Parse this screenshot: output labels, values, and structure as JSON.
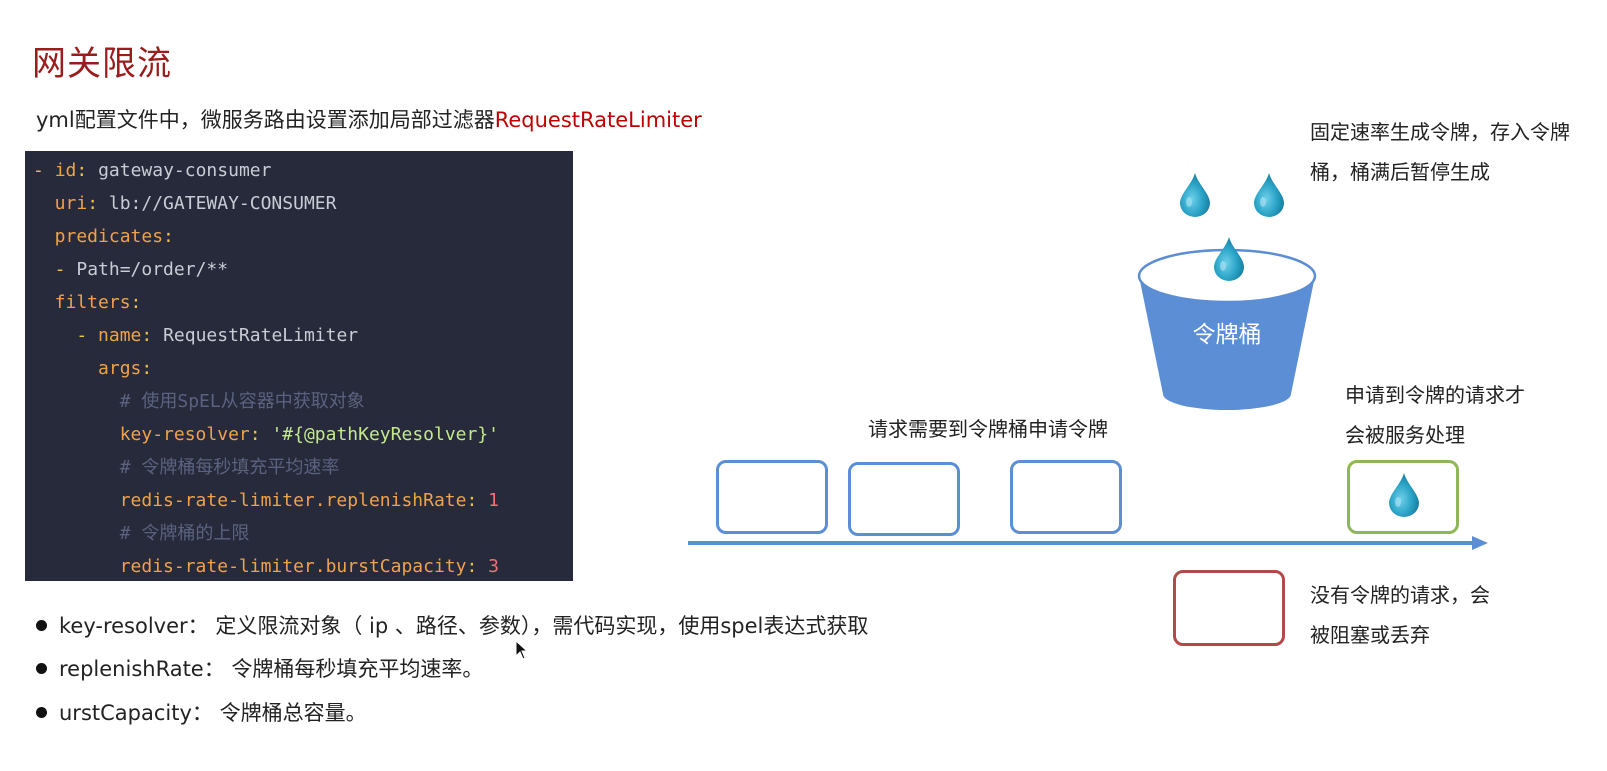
{
  "title": "网关限流",
  "subtitle": {
    "text": "yml配置文件中，微服务路由设置添加局部过滤器",
    "highlight": "RequestRateLimiter"
  },
  "code_lines": [
    [
      {
        "t": "- ",
        "c": "d"
      },
      {
        "t": "id",
        "c": "k"
      },
      {
        "t": ": ",
        "c": "d"
      },
      {
        "t": "gateway-consumer",
        "c": "v"
      }
    ],
    [
      {
        "t": "  uri",
        "c": "k"
      },
      {
        "t": ": ",
        "c": "d"
      },
      {
        "t": "lb://GATEWAY-CONSUMER",
        "c": "v"
      }
    ],
    [
      {
        "t": "  predicates",
        "c": "k"
      },
      {
        "t": ":",
        "c": "d"
      }
    ],
    [
      {
        "t": "  - ",
        "c": "d"
      },
      {
        "t": "Path=/order/**",
        "c": "v"
      }
    ],
    [
      {
        "t": "  filters",
        "c": "k"
      },
      {
        "t": ":",
        "c": "d"
      }
    ],
    [
      {
        "t": "    - ",
        "c": "d"
      },
      {
        "t": "name",
        "c": "k"
      },
      {
        "t": ": ",
        "c": "d"
      },
      {
        "t": "RequestRateLimiter",
        "c": "v"
      }
    ],
    [
      {
        "t": "      args",
        "c": "k"
      },
      {
        "t": ":",
        "c": "d"
      }
    ],
    [
      {
        "t": "        # 使用SpEL从容器中获取对象",
        "c": "c"
      }
    ],
    [
      {
        "t": "        key-resolver",
        "c": "k"
      },
      {
        "t": ": ",
        "c": "d"
      },
      {
        "t": "'#{@pathKeyResolver}'",
        "c": "s"
      }
    ],
    [
      {
        "t": "        # 令牌桶每秒填充平均速率",
        "c": "c"
      }
    ],
    [
      {
        "t": "        redis-rate-limiter.replenishRate",
        "c": "k"
      },
      {
        "t": ": ",
        "c": "d"
      },
      {
        "t": "1",
        "c": "n"
      }
    ],
    [
      {
        "t": "        # 令牌桶的上限",
        "c": "c"
      }
    ],
    [
      {
        "t": "        redis-rate-limiter.burstCapacity",
        "c": "k"
      },
      {
        "t": ": ",
        "c": "d"
      },
      {
        "t": "3",
        "c": "n"
      }
    ]
  ],
  "bullets": [
    "key-resolver： 定义限流对象（ ip 、路径、参数），需代码实现，使用spel表达式获取",
    "replenishRate： 令牌桶每秒填充平均速率。",
    "urstCapacity： 令牌桶总容量。"
  ],
  "diagram": {
    "generate_line1": "固定速率生成令牌，存入令牌",
    "generate_line2": "桶，桶满后暂停生成",
    "bucket_label": "令牌桶",
    "request_caption": "请求需要到令牌桶申请令牌",
    "served_line1": "申请到令牌的请求才",
    "served_line2": "会被服务处理",
    "blocked_line1": "没有令牌的请求，会",
    "blocked_line2": "被阻塞或丢弃",
    "colors": {
      "drop": "#2aa3c6",
      "bucket": "#5b8ed4",
      "request_box": "#5b8ed4",
      "served_box": "#8fb657",
      "blocked_box": "#b34a4a",
      "axis": "#5b8ed4"
    }
  }
}
